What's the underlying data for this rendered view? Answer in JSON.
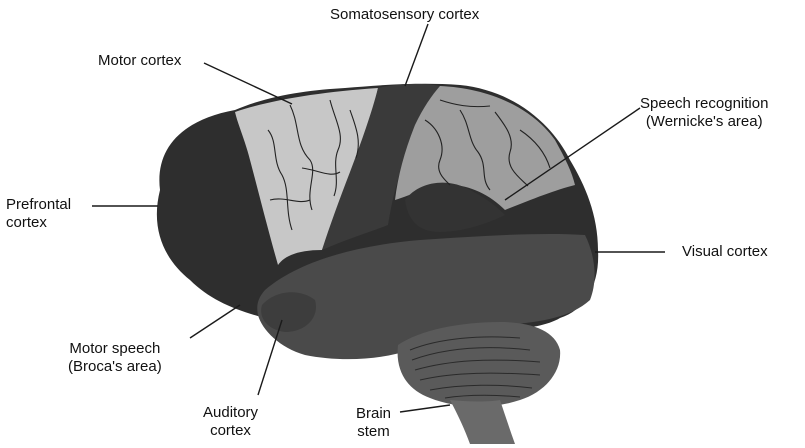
{
  "colors": {
    "background": "#ffffff",
    "dark_regions": "#2e2e2e",
    "mid_regions": "#565656",
    "light_regions": "#c7c7c7",
    "medium_light": "#9e9e9e",
    "leader_lines": "#1a1a1a"
  },
  "labels": {
    "somatosensory": {
      "line1": "Somatosensory cortex"
    },
    "motor": {
      "line1": "Motor cortex"
    },
    "speech_recognition": {
      "line1": "Speech recognition",
      "line2": "(Wernicke's area)"
    },
    "prefrontal": {
      "line1": "Prefrontal",
      "line2": "cortex"
    },
    "visual": {
      "line1": "Visual cortex"
    },
    "motor_speech": {
      "line1": "Motor speech",
      "line2": "(Broca's area)"
    },
    "auditory": {
      "line1": "Auditory",
      "line2": "cortex"
    },
    "brain_stem": {
      "line1": "Brain",
      "line2": "stem"
    }
  }
}
